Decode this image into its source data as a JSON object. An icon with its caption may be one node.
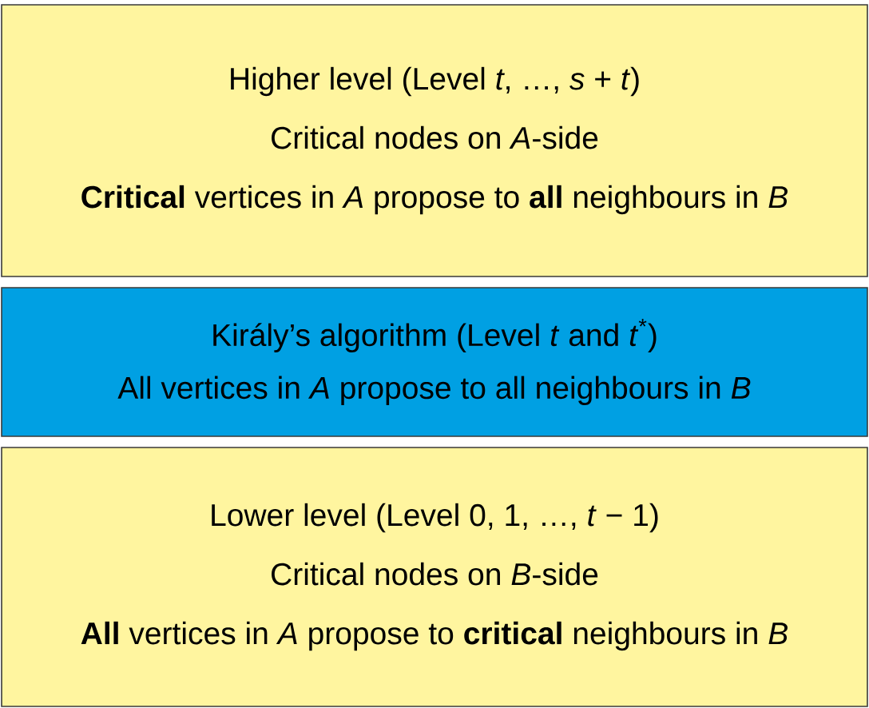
{
  "diagram": {
    "nodes": [
      {
        "text": [
          "Higher level (Level *t*, …, *s* + *t*)",
          "Critical nodes on *A*-side",
          "**Critical** vertices in *A* propose to **all** neighbours in *B*"
        ]
      },
      {
        "text": [
          "Király’s algorithm (Level *t* and *t*$^{*}$)",
          "All vertices in *A* propose to all neighbours in *B*"
        ]
      },
      {
        "text": [
          "Lower level (Level 0, 1, …, *t* − 1)",
          "Critical nodes on *B*-side",
          "**All** vertices in *A* propose to **critical** neighbours in *B*"
        ]
      }
    ]
  }
}
